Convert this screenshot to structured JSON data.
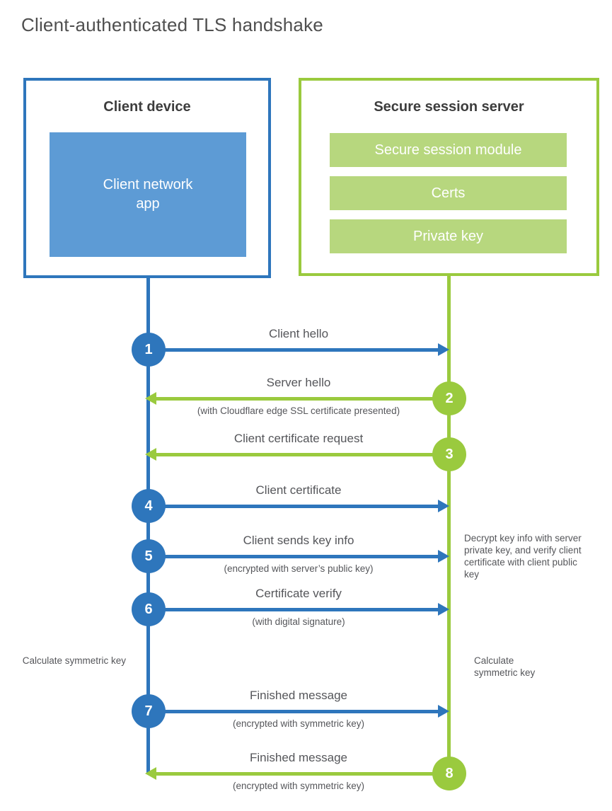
{
  "title": "Client-authenticated TLS handshake",
  "client": {
    "title": "Client device",
    "app_label": "Client network\napp"
  },
  "server": {
    "title": "Secure session server",
    "modules": [
      "Secure session module",
      "Certs",
      "Private key"
    ]
  },
  "rows": [
    {
      "num": "1",
      "direction": "client-to-server",
      "color": "blue",
      "label": "Client hello",
      "sub": ""
    },
    {
      "num": "2",
      "direction": "server-to-client",
      "color": "green",
      "label": "Server hello",
      "sub": "(with Cloudflare edge SSL certificate presented)"
    },
    {
      "num": "3",
      "direction": "server-to-client",
      "color": "green",
      "label": "Client certificate request",
      "sub": ""
    },
    {
      "num": "4",
      "direction": "client-to-server",
      "color": "blue",
      "label": "Client certificate",
      "sub": ""
    },
    {
      "num": "5",
      "direction": "client-to-server",
      "color": "blue",
      "label": "Client sends key info",
      "sub": "(encrypted with server’s public key)"
    },
    {
      "num": "6",
      "direction": "client-to-server",
      "color": "blue",
      "label": "Certificate verify",
      "sub": "(with digital signature)"
    },
    {
      "num": "7",
      "direction": "client-to-server",
      "color": "blue",
      "label": "Finished message",
      "sub": "(encrypted with symmetric key)"
    },
    {
      "num": "8",
      "direction": "server-to-client",
      "color": "green",
      "label": "Finished message",
      "sub": "(encrypted with symmetric key)"
    }
  ],
  "annotations": {
    "decrypt_note": "Decrypt key info with server private key, and verify client certificate with client public key",
    "calc_left": "Calculate symmetric key",
    "calc_right": "Calculate symmetric key"
  },
  "colors": {
    "blue": "#2e76bc",
    "blue_light": "#5d9bd5",
    "green": "#9aca3e",
    "green_light": "#b7d77e",
    "text_gray": "#55565a"
  }
}
